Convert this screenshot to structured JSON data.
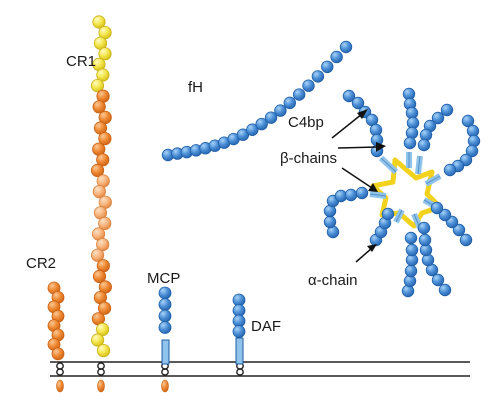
{
  "labels": {
    "cr1": "CR1",
    "cr2": "CR2",
    "fh": "fH",
    "c4bp": "C4bp",
    "beta_chains": "β-chains",
    "alpha_chain": "α-chain",
    "mcp": "MCP",
    "daf": "DAF"
  },
  "colors": {
    "blue": "#4b8fd6",
    "blue_edge": "#1d5ea8",
    "orange": "#ef8a34",
    "orange_light": "#f6b27a",
    "yellow": "#f3e64c",
    "yellow_edge": "#d9c21d",
    "membrane": "#222222",
    "stalk": "#8fc3ea"
  }
}
